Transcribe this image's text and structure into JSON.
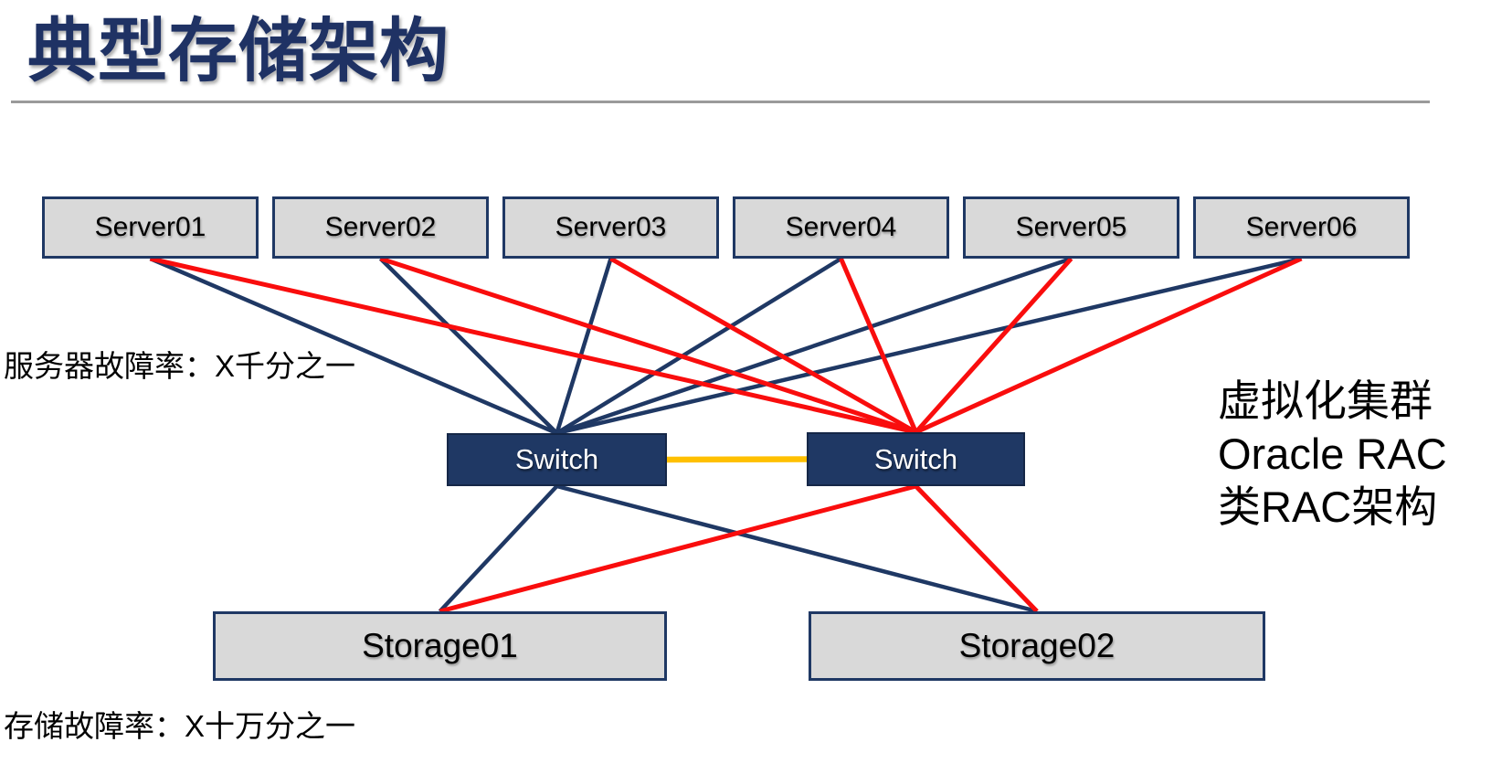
{
  "slide": {
    "title": "典型存储架构",
    "left_note": "服务器故障率：X千分之一",
    "bottom_note": "存储故障率：X十万分之一",
    "right_note": {
      "lines": [
        "虚拟化集群",
        "Oracle RAC",
        "类RAC架构"
      ]
    }
  },
  "diagram": {
    "servers": [
      {
        "id": "server1",
        "label": "Server01"
      },
      {
        "id": "server2",
        "label": "Server02"
      },
      {
        "id": "server3",
        "label": "Server03"
      },
      {
        "id": "server4",
        "label": "Server04"
      },
      {
        "id": "server5",
        "label": "Server05"
      },
      {
        "id": "server6",
        "label": "Server06"
      }
    ],
    "switches": [
      {
        "id": "switch1",
        "label": "Switch"
      },
      {
        "id": "switch2",
        "label": "Switch"
      }
    ],
    "storages": [
      {
        "id": "storage1",
        "label": "Storage01"
      },
      {
        "id": "storage2",
        "label": "Storage02"
      }
    ],
    "edges": [
      {
        "from": "server1",
        "to": "switch1",
        "color": "navy"
      },
      {
        "from": "server2",
        "to": "switch1",
        "color": "navy"
      },
      {
        "from": "server3",
        "to": "switch1",
        "color": "navy"
      },
      {
        "from": "server4",
        "to": "switch1",
        "color": "navy"
      },
      {
        "from": "server5",
        "to": "switch1",
        "color": "navy"
      },
      {
        "from": "server6",
        "to": "switch1",
        "color": "navy"
      },
      {
        "from": "switch1",
        "to": "storage1",
        "color": "navy"
      },
      {
        "from": "switch1",
        "to": "storage2",
        "color": "navy"
      },
      {
        "from": "server1",
        "to": "switch2",
        "color": "red"
      },
      {
        "from": "server2",
        "to": "switch2",
        "color": "red"
      },
      {
        "from": "server3",
        "to": "switch2",
        "color": "red"
      },
      {
        "from": "server4",
        "to": "switch2",
        "color": "red"
      },
      {
        "from": "server5",
        "to": "switch2",
        "color": "red"
      },
      {
        "from": "server6",
        "to": "switch2",
        "color": "red"
      },
      {
        "from": "switch2",
        "to": "storage1",
        "color": "red"
      },
      {
        "from": "switch2",
        "to": "storage2",
        "color": "red"
      },
      {
        "from": "switch1",
        "to": "switch2",
        "color": "gold"
      }
    ],
    "colors": {
      "navy": "#1f3864",
      "red": "#f90d0d",
      "gold": "#ffc000",
      "node_fill": "#d9d9d9",
      "node_border": "#1f3864",
      "switch_fill": "#1f3864",
      "switch_text": "#ffffff",
      "title": "#1f3264",
      "divider": "#9a9a9a"
    }
  }
}
